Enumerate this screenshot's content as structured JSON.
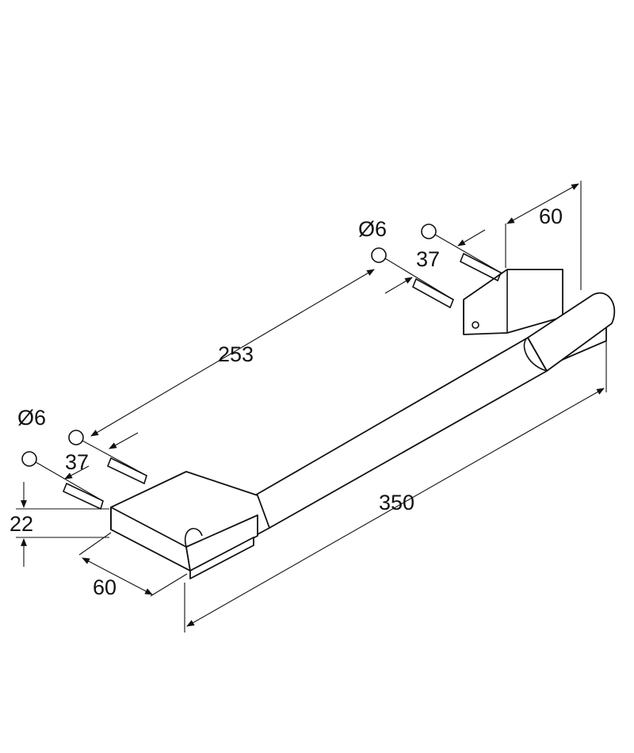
{
  "dimensions": {
    "overall_length": "350",
    "hole_spacing": "253",
    "base_depth_left": "60",
    "base_depth_right": "60",
    "base_height": "22",
    "anchor_depth_left": "37",
    "anchor_depth_right": "37",
    "hole_diameter_left": "Ø6",
    "hole_diameter_right": "Ø6"
  },
  "colors": {
    "line": "#111111",
    "background": "#ffffff"
  }
}
